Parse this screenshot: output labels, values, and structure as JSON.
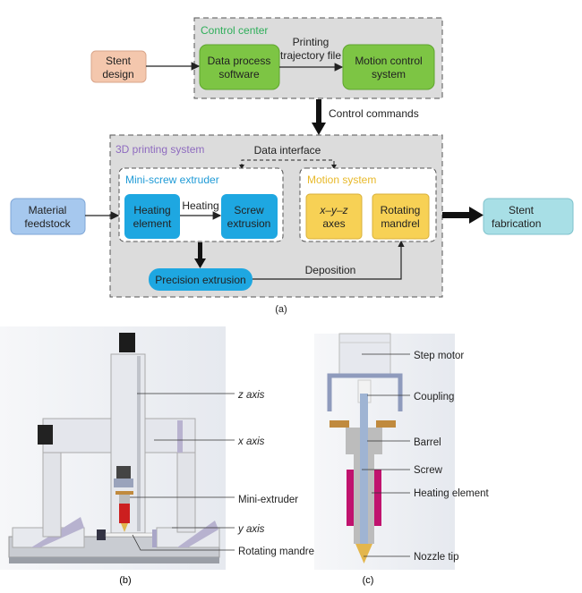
{
  "panel_a": {
    "caption": "(a)",
    "stent_design": [
      "Stent",
      "design"
    ],
    "control_center": {
      "title": "Control center",
      "data_process": [
        "Data process",
        "software"
      ],
      "motion_control": [
        "Motion control",
        "system"
      ],
      "printing_file": [
        "Printing",
        "trajectory file"
      ]
    },
    "control_commands": "Control commands",
    "printing_system": {
      "title": "3D printing system",
      "data_interface": "Data interface",
      "extruder": {
        "title": "Mini-screw extruder",
        "heating_element": [
          "Heating",
          "element"
        ],
        "heating": "Heating",
        "screw_extrusion": [
          "Screw",
          "extrusion"
        ]
      },
      "motion": {
        "title": "Motion system",
        "axes": [
          "x–y–z",
          "axes"
        ],
        "mandrel": [
          "Rotating",
          "mandrel"
        ]
      },
      "precision_extrusion": "Precision extrusion",
      "deposition": "Deposition"
    },
    "material_feedstock": [
      "Material",
      "feedstock"
    ],
    "stent_fabrication": [
      "Stent",
      "fabrication"
    ]
  },
  "panel_b": {
    "caption": "(b)",
    "labels": [
      "z axis",
      "x axis",
      "Mini-extruder",
      "y axis",
      "Rotating mandrel"
    ]
  },
  "panel_c": {
    "caption": "(c)",
    "labels": [
      "Step motor",
      "Coupling",
      "Barrel",
      "Screw",
      "Heating element",
      "Nozzle tip"
    ]
  },
  "colors": {
    "orange_box": "#f4c7ad",
    "green_box": "#7dc544",
    "blue_box": "#1ea7e1",
    "yellow_box": "#f7d155",
    "light_blue_box": "#a6c8ee",
    "cyan_box": "#a8dfe6",
    "system_bg": "#dcdcdc",
    "control_title": "#2fae5a",
    "printing_title": "#8e6bbf",
    "extruder_title": "#1e9ad6",
    "motion_title": "#e8b92a"
  }
}
